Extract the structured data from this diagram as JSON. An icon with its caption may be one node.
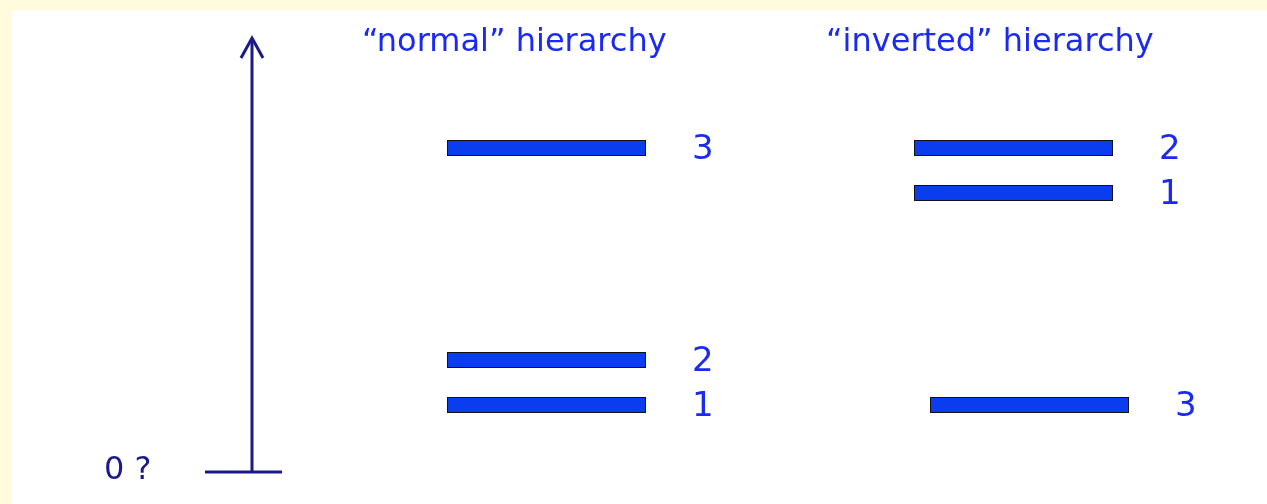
{
  "diagram": {
    "nodes": [
      {
        "text": [],
        "shape": "bar",
        "beside": [
          "3"
        ]
      },
      {
        "text": [],
        "shape": "bar",
        "beside": [
          "2"
        ]
      },
      {
        "text": [],
        "shape": "bar",
        "beside": [
          "1"
        ]
      },
      {
        "text": [],
        "shape": "bar",
        "beside": [
          "2"
        ]
      },
      {
        "text": [],
        "shape": "bar",
        "beside": [
          "1"
        ]
      },
      {
        "text": [],
        "shape": "bar",
        "beside": [
          "3"
        ]
      }
    ],
    "edges": [],
    "labels": [
      "“normal” hierarchy",
      "“inverted” hierarchy",
      "0 ?"
    ]
  }
}
